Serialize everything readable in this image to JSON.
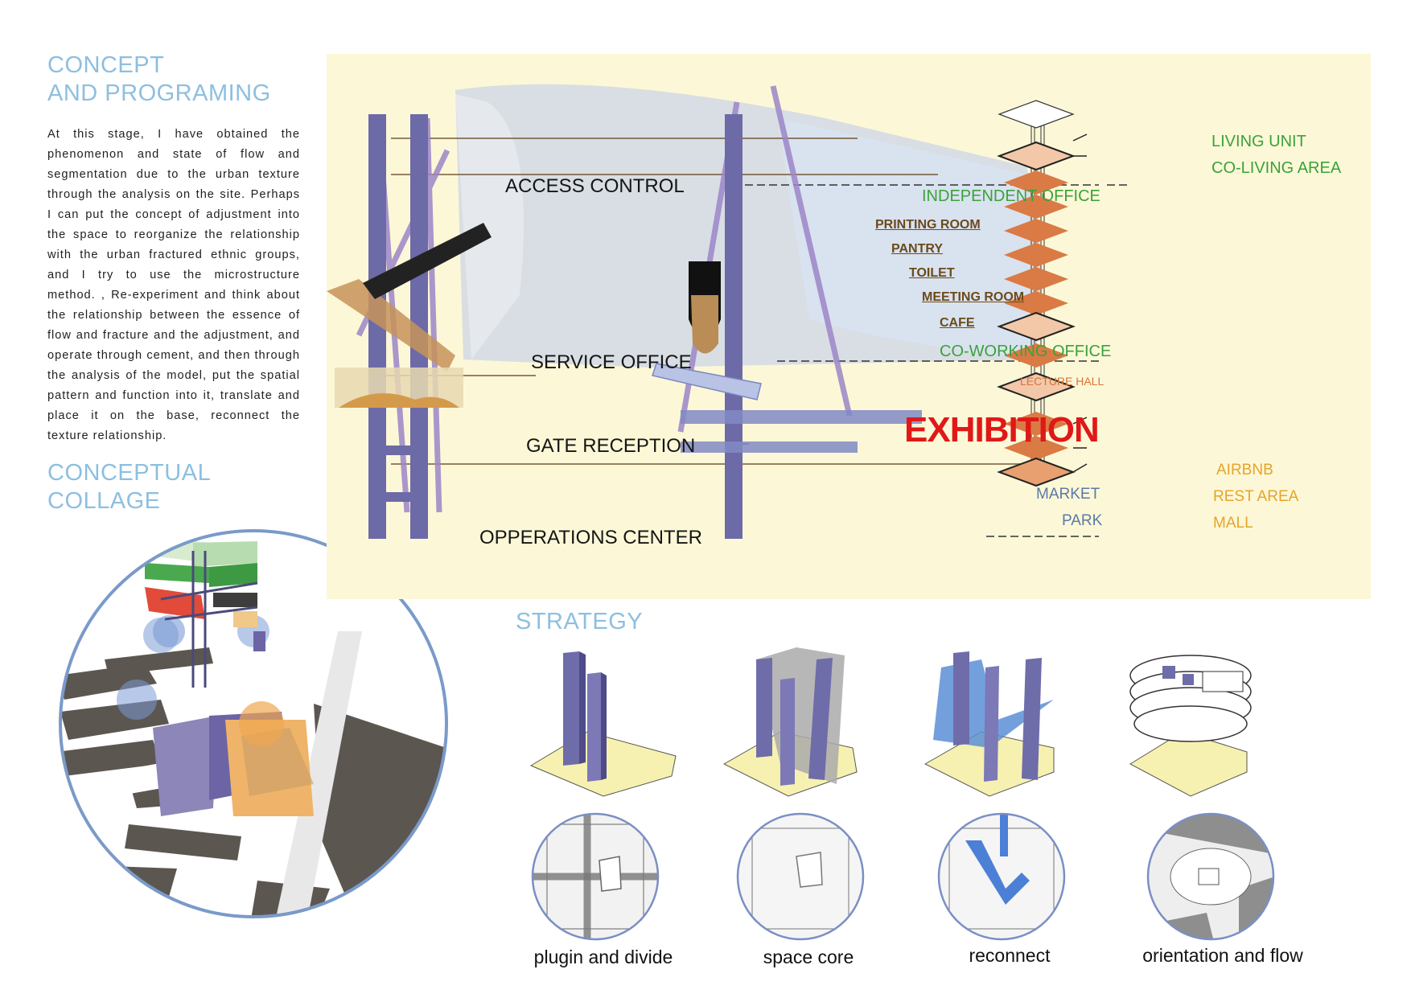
{
  "concept": {
    "heading_line1": "CONCEPT",
    "heading_line2": "AND PROGRAMING",
    "body": "At this stage, I have obtained the phenomenon and state of flow and segmentation due to the urban texture through the analysis on the site. Perhaps I can put the concept of adjustment into the space to reorganize the relationship with the urban fractured ethnic groups, and I try to use the microstructure method. , Re-experiment and think about the relationship between the essence of flow and fracture and the adjustment, and operate through cement, and then through the analysis of the model, put the spatial pattern and function into it, translate and place it on the base, reconnect the texture relationship."
  },
  "collage": {
    "heading_line1": "CONCEPTUAL",
    "heading_line2": "COLLAGE"
  },
  "program_labels": {
    "access_control": "ACCESS CONTROL",
    "service_office": "SERVICE OFFICE",
    "gate_reception": "GATE RECEPTION",
    "operations_center": "OPPERATIONS CENTER",
    "independent_office": "INDEPENDENT OFFICE",
    "printing_room": "PRINTING ROOM",
    "pantry": "PANTRY",
    "toilet": "TOILET",
    "meeting_room": "MEETING ROOM",
    "cafe": "CAFE",
    "coworking_office": "CO-WORKING OFFICE",
    "lecture_hall": "LECTURE HALL",
    "exhibition": "EXHIBITION",
    "living_unit": "LIVING UNIT",
    "coliving_area": "CO-LIVING AREA",
    "airbnb": "AIRBNB",
    "rest_area": "REST AREA",
    "mall": "MALL",
    "market": "MARKET",
    "park": "PARK"
  },
  "strategy": {
    "heading": "STRATEGY",
    "items": [
      {
        "caption": "plugin and divide"
      },
      {
        "caption": "space core"
      },
      {
        "caption": "reconnect"
      },
      {
        "caption": "orientation and flow"
      }
    ]
  },
  "colors": {
    "heading_blue": "#8dbfe0",
    "panel_bg": "#fcf8d7",
    "column_purple": "#6d6aa8",
    "label_green": "#3aa23a",
    "label_orange": "#e8a32a",
    "label_red": "#e01818",
    "label_blue": "#5b79a8",
    "slab_orange": "#d9733a"
  }
}
